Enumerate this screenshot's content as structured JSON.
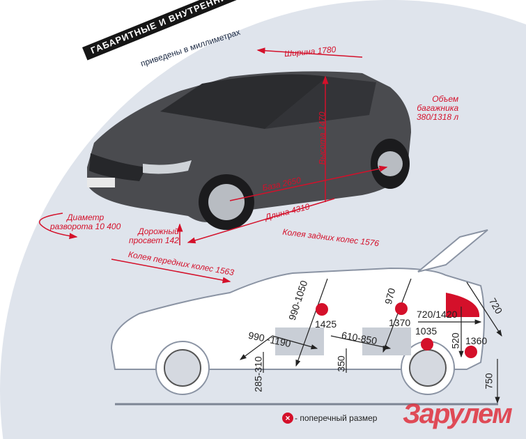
{
  "title": "ГАБАРИТНЫЕ И ВНУТРЕННИЕ РАЗМЕРЫ",
  "subtitle": "приведены в миллиметрах",
  "exterior": {
    "width": "Ширина 1780",
    "height": "Высота 1470",
    "trunk_line1": "Объем",
    "trunk_line2": "багажника",
    "trunk_line3": "380/1318 л",
    "wheelbase": "База 2650",
    "length": "Длина 4310",
    "turning_line1": "Диаметр",
    "turning_line2": "разворота 10 400",
    "clearance_line1": "Дорожный",
    "clearance_line2": "просвет 142",
    "rear_track": "Колея задних колес 1576",
    "front_track": "Колея передних колес 1563"
  },
  "interior": {
    "front_headroom": "990-1050",
    "front_width": "1425",
    "rear_headroom": "970",
    "rear_width": "1370",
    "trunk_length": "720/1420",
    "trunk_opening": "720",
    "front_legroom": "990 -1190",
    "rear_legroom": "610-850",
    "trunk_height": "520",
    "wheelarch_width": "1035",
    "trunk_width": "1360",
    "front_seat_height": "285-310",
    "rear_seat_height": "350",
    "load_height": "750"
  },
  "legend": "- поперечный размер",
  "logo": "За рулем",
  "colors": {
    "accent": "#d4102a",
    "background": "#dfe4ec",
    "car_body": "#4a4b4f"
  }
}
